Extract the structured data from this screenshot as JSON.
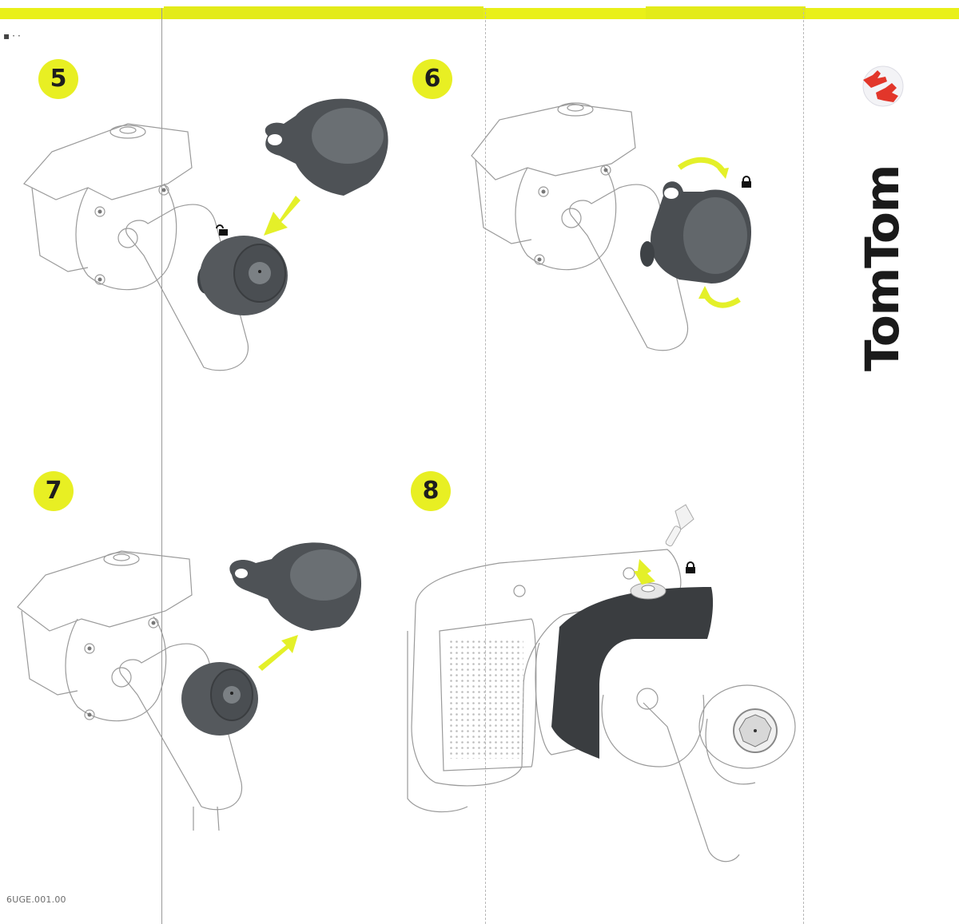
{
  "document": {
    "brand": "TomTom",
    "document_code": "6UGE.001.00",
    "accent_color": "#e8ef23",
    "part_color": "#4e5256",
    "arrow_color": "#e4f029"
  },
  "steps": [
    {
      "number": "5",
      "action": "remove-cover-from-lock-nut",
      "lock_state": "unlocked",
      "arrow": "down-left"
    },
    {
      "number": "6",
      "action": "rotate-cover-onto-nut",
      "lock_state": "locked",
      "arrow": "rotate"
    },
    {
      "number": "7",
      "action": "lift-cover-off-lock-nut",
      "lock_state": "none",
      "arrow": "up-right"
    },
    {
      "number": "8",
      "action": "insert-key-into-mount-lock",
      "lock_state": "locked",
      "arrow": "down"
    }
  ],
  "icons": {
    "lock_open": "padlock-open",
    "lock_closed": "padlock-closed",
    "key": "key",
    "logo": "tomtom-hands-logo"
  }
}
